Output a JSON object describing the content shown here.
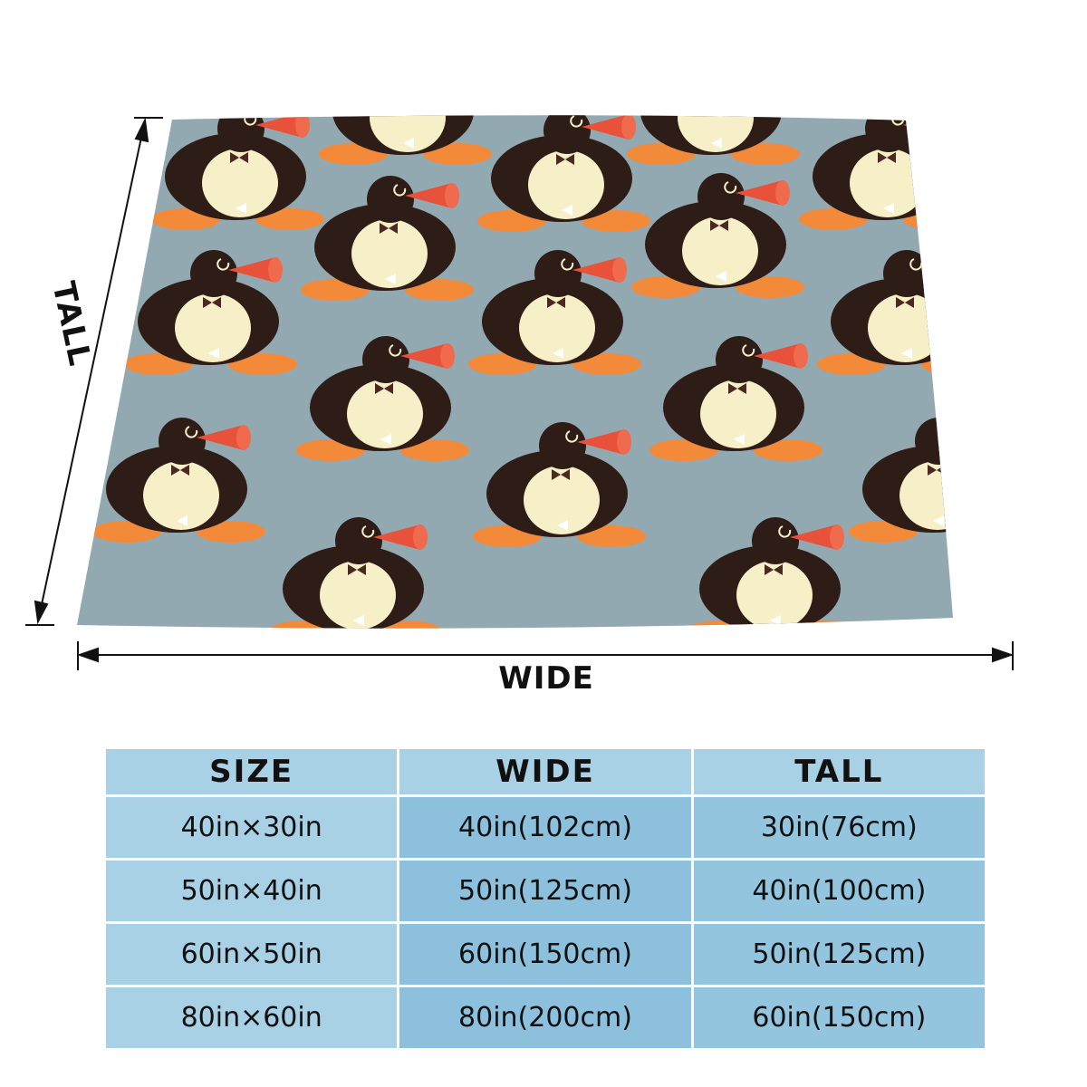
{
  "dimension_labels": {
    "tall": "TALL",
    "wide": "WIDE"
  },
  "blanket": {
    "background_color": "#93a9b1",
    "penguin_colors": {
      "body": "#2e1c17",
      "belly": "#f6efc8",
      "beak": "#e8523a",
      "feet": "#f28a3a"
    }
  },
  "size_table": {
    "headers": [
      "SIZE",
      "WIDE",
      "TALL"
    ],
    "rows": [
      [
        "40in×30in",
        "40in(102cm)",
        "30in(76cm)"
      ],
      [
        "50in×40in",
        "50in(125cm)",
        "40in(100cm)"
      ],
      [
        "60in×50in",
        "60in(150cm)",
        "50in(125cm)"
      ],
      [
        "80in×60in",
        "80in(200cm)",
        "60in(150cm)"
      ]
    ]
  }
}
